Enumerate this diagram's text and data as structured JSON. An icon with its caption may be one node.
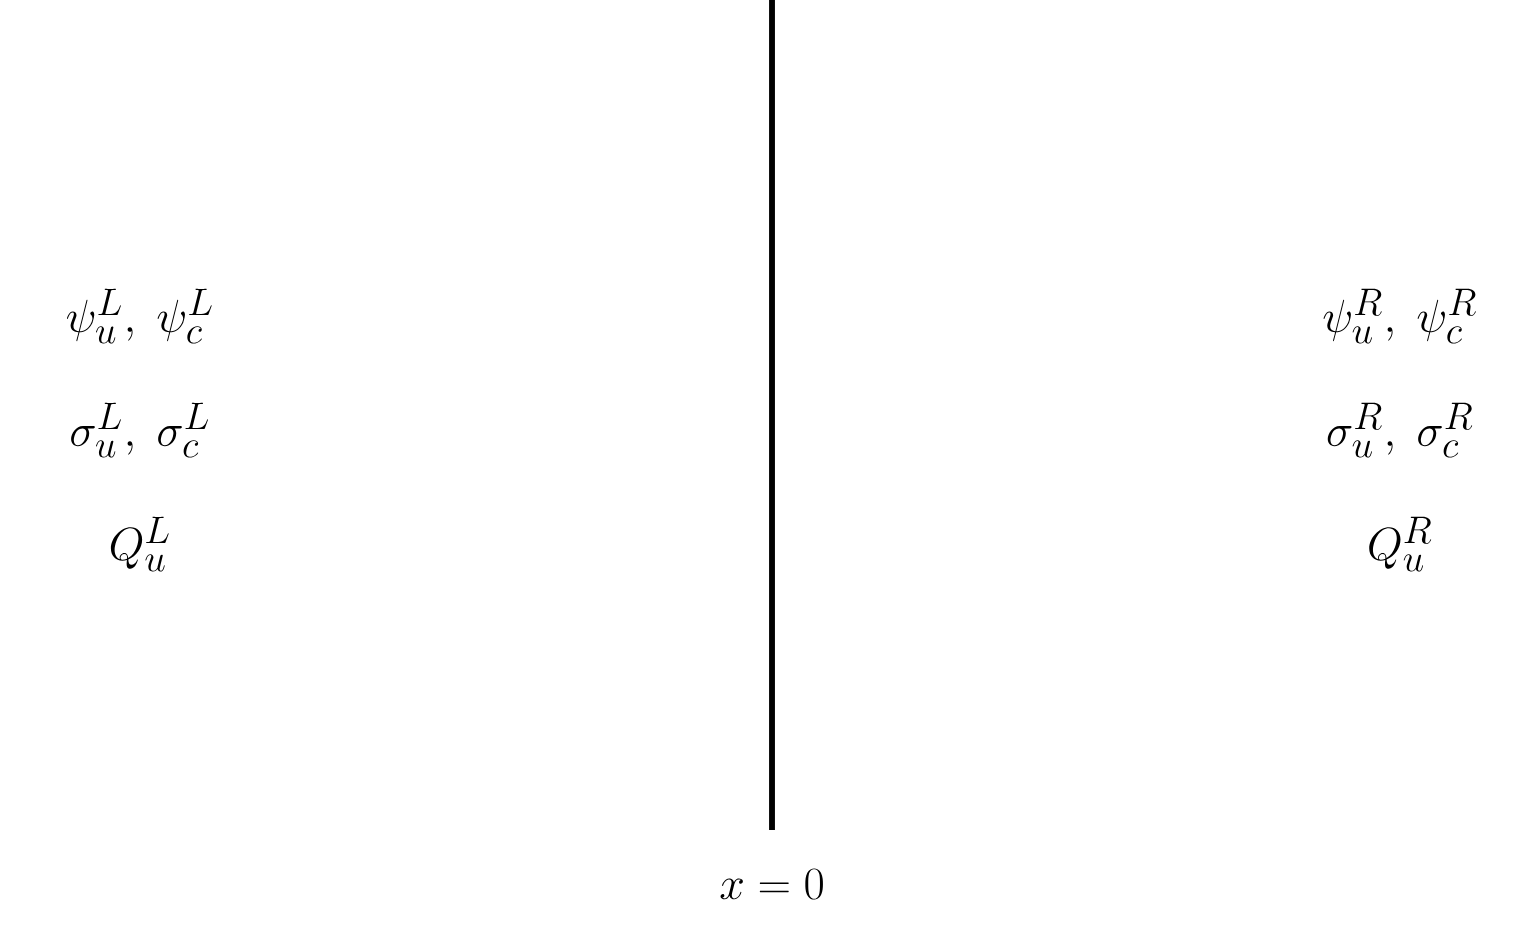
{
  "diagram": {
    "labels": [
      "\\psi_u^L,\\ \\psi_c^L",
      "\\psi_u^R,\\ \\psi_c^R",
      "\\sigma_u^L,\\ \\sigma_c^L",
      "\\sigma_u^R,\\ \\sigma_c^R",
      "Q_u^L",
      "Q_u^R",
      "x = 0"
    ]
  }
}
